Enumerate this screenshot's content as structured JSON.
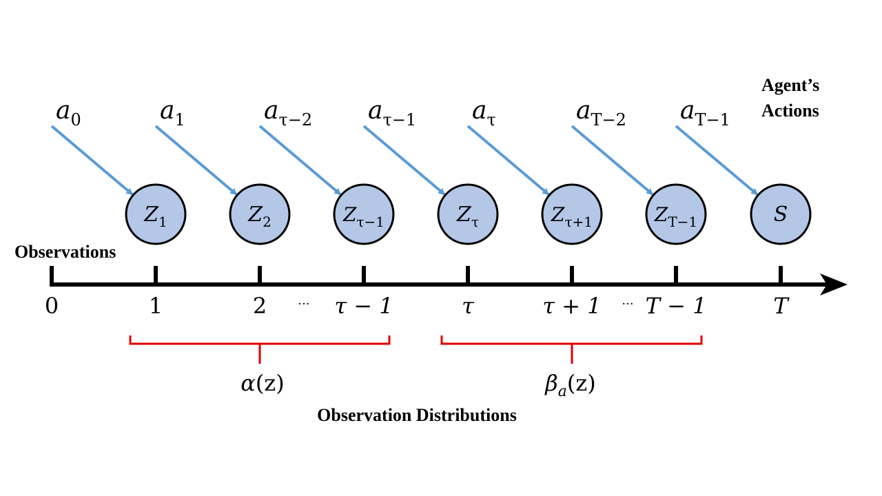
{
  "colors": {
    "circle_fill": "#b4c7e7",
    "circle_stroke": "#000000",
    "action_arrow": "#5b9bd5",
    "timeline": "#000000",
    "brace": "#e00000"
  },
  "labels": {
    "agent_actions_line1": "Agent’s",
    "agent_actions_line2": "Actions",
    "observations": "Observations",
    "observation_distributions": "Observation Distributions"
  },
  "actions": [
    {
      "base": "a",
      "sub": "0"
    },
    {
      "base": "a",
      "sub": "1"
    },
    {
      "base": "a",
      "sub": "τ−2"
    },
    {
      "base": "a",
      "sub": "τ−1"
    },
    {
      "base": "a",
      "sub": "τ"
    },
    {
      "base": "a",
      "sub": "T−2"
    },
    {
      "base": "a",
      "sub": "T−1"
    }
  ],
  "nodes": [
    {
      "base": "Z",
      "sub": "1"
    },
    {
      "base": "Z",
      "sub": "2"
    },
    {
      "base": "Z",
      "sub": "τ−1"
    },
    {
      "base": "Z",
      "sub": "τ"
    },
    {
      "base": "Z",
      "sub": "τ+1"
    },
    {
      "base": "Z",
      "sub": "T−1"
    },
    {
      "base": "S",
      "sub": ""
    }
  ],
  "ticks": [
    "0",
    "1",
    "2",
    "τ − 1",
    "τ",
    "τ + 1",
    "T − 1",
    "T"
  ],
  "ellipses": [
    "···",
    "···"
  ],
  "braces": [
    {
      "label_main": "α",
      "label_sub": "",
      "label_arg": "(z)"
    },
    {
      "label_main": "β",
      "label_sub": "a",
      "label_arg": "(z)"
    }
  ]
}
